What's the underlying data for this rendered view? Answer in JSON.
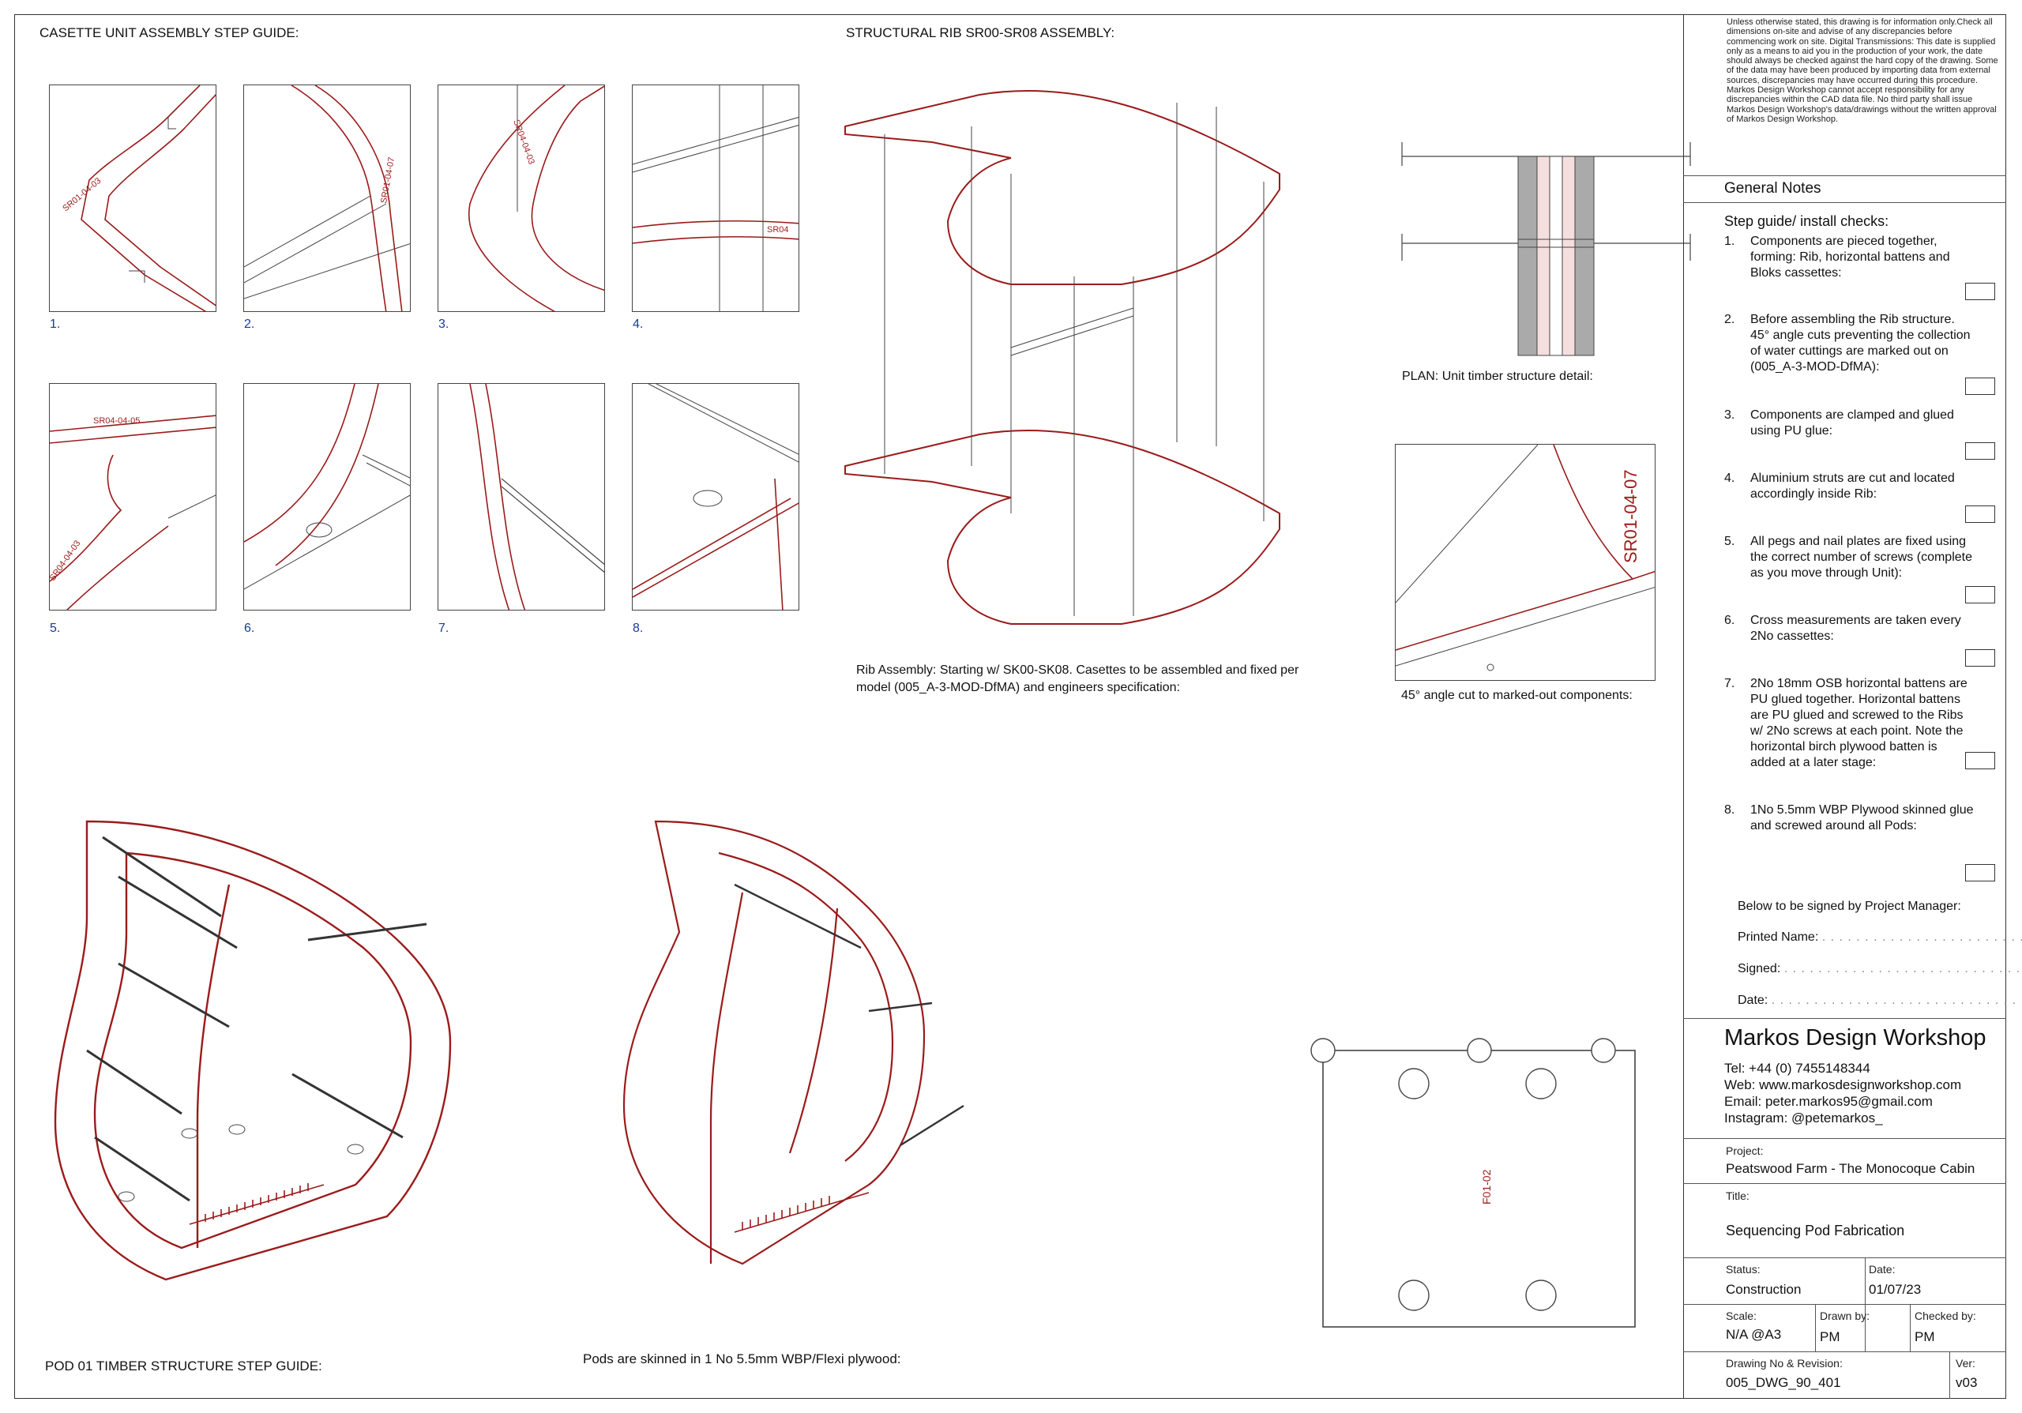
{
  "headings": {
    "casette": "CASETTE UNIT ASSEMBLY STEP GUIDE:",
    "rib": "STRUCTURAL RIB SR00-SR08 ASSEMBLY:",
    "pod": "POD 01 TIMBER STRUCTURE STEP GUIDE:",
    "skinned": "Pods are skinned in 1 No 5.5mm WBP/Flexi plywood:"
  },
  "step_panels": [
    {
      "num": "1.",
      "part": "SR01-04-03"
    },
    {
      "num": "2.",
      "part": "SR01-04-07"
    },
    {
      "num": "3.",
      "part": "SR04-04-03"
    },
    {
      "num": "4.",
      "part": "SR04"
    },
    {
      "num": "5.",
      "part": "SR04-04-05",
      "part2": "SR04-04-03"
    },
    {
      "num": "6.",
      "part": ""
    },
    {
      "num": "7.",
      "part": ""
    },
    {
      "num": "8.",
      "part": ""
    }
  ],
  "captions": {
    "rib_assembly": "Rib Assembly: Starting w/ SK00-SK08. Casettes to be assembled and fixed per model (005_A-3-MOD-DfMA) and engineers specification:",
    "plan": "PLAN: Unit timber structure detail:",
    "angle_cut": "45° angle cut to marked-out components:",
    "detail_part": "SR01-04-07",
    "panel_part": "F01-02"
  },
  "disclaimer": "Unless otherwise stated, this drawing is for information only.Check all dimensions on-site and advise of any discrepancies before commencing work on site. Digital Transmissions: This date is supplied only as a means to aid you in the production of your work, the date should always be checked against the hard copy of the drawing. Some of the data may have been produced by importing data from external sources, discrepancies may have occurred during this procedure. Markos Design Workshop cannot accept responsibility for any discrepancies within the CAD data file. No third party shall issue Markos Design Workshop's data/drawings without the written approval of Markos Design Workshop.",
  "general_notes": "General Notes",
  "steps_title": "Step guide/ install checks:",
  "steps": [
    {
      "n": "1.",
      "text": "Components are pieced together, forming: Rib, horizontal battens and Bloks cassettes:"
    },
    {
      "n": "2.",
      "text": "Before assembling the Rib structure. 45° angle cuts preventing the collection of water cuttings are marked out on (005_A-3-MOD-DfMA):"
    },
    {
      "n": "3.",
      "text": "Components are clamped and glued using PU glue:"
    },
    {
      "n": "4.",
      "text": "Aluminium struts are cut and located accordingly inside Rib:"
    },
    {
      "n": "5.",
      "text": "All pegs and nail plates are fixed using the correct number of screws (complete as you move through Unit):"
    },
    {
      "n": "6.",
      "text": "Cross measurements are taken every 2No cassettes:"
    },
    {
      "n": "7.",
      "text": "2No 18mm OSB horizontal battens are PU glued together. Horizontal battens are PU glued and screwed to the Ribs w/ 2No screws at each point. Note the horizontal birch plywood batten is added at a later stage:"
    },
    {
      "n": "8.",
      "text": "1No 5.5mm WBP Plywood skinned glue and screwed around all Pods:"
    }
  ],
  "signoff": {
    "intro": "Below to be signed by Project Manager:",
    "printed_name": "Printed Name:",
    "signed": "Signed:",
    "date": "Date:"
  },
  "firm": {
    "name": "Markos Design Workshop",
    "tel": "Tel: +44 (0) 7455148344",
    "web": "Web: www.markosdesignworkshop.com",
    "email": "Email: peter.markos95@gmail.com",
    "instagram": "Instagram: @petemarkos_"
  },
  "title_block": {
    "project_label": "Project:",
    "project": "Peatswood Farm - The Monocoque Cabin",
    "title_label": "Title:",
    "title": "Sequencing Pod Fabrication",
    "status_label": "Status:",
    "status": "Construction",
    "date_label": "Date:",
    "date": "01/07/23",
    "scale_label": "Scale:",
    "scale": "N/A @A3",
    "drawn_label": "Drawn by:",
    "drawn": "PM",
    "checked_label": "Checked by:",
    "checked": "PM",
    "drawing_label": "Drawing No & Revision:",
    "drawing_no": "005_DWG_90_401",
    "ver_label": "Ver:",
    "ver": "v03"
  },
  "colors": {
    "line_red": "#9b1b1b",
    "frame": "#444444",
    "step_number": "#1a3a9a"
  }
}
